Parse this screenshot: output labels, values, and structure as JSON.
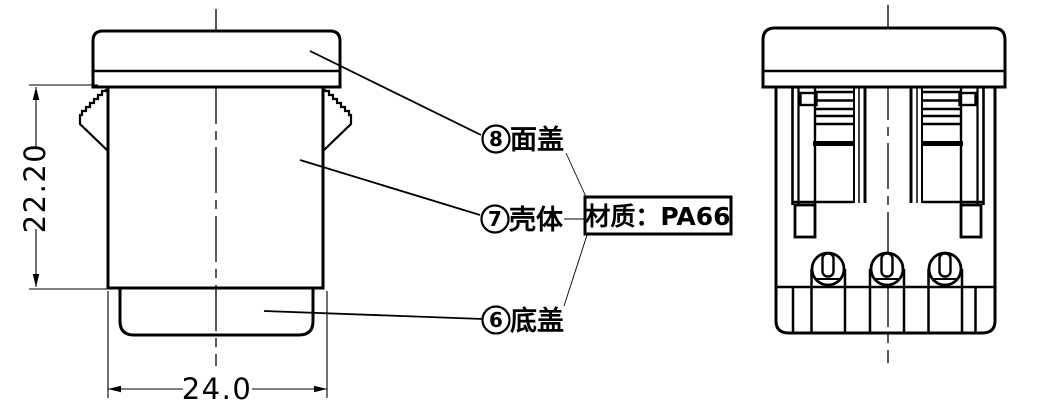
{
  "drawing": {
    "dimensions": {
      "height": "22.20",
      "width": "24.0"
    },
    "callouts": [
      {
        "number": "8",
        "label": "面盖"
      },
      {
        "number": "7",
        "label": "壳体"
      },
      {
        "number": "6",
        "label": "底盖"
      }
    ],
    "material_note": "材质：PA66",
    "colors": {
      "line": "#000000",
      "background": "#ffffff"
    }
  }
}
